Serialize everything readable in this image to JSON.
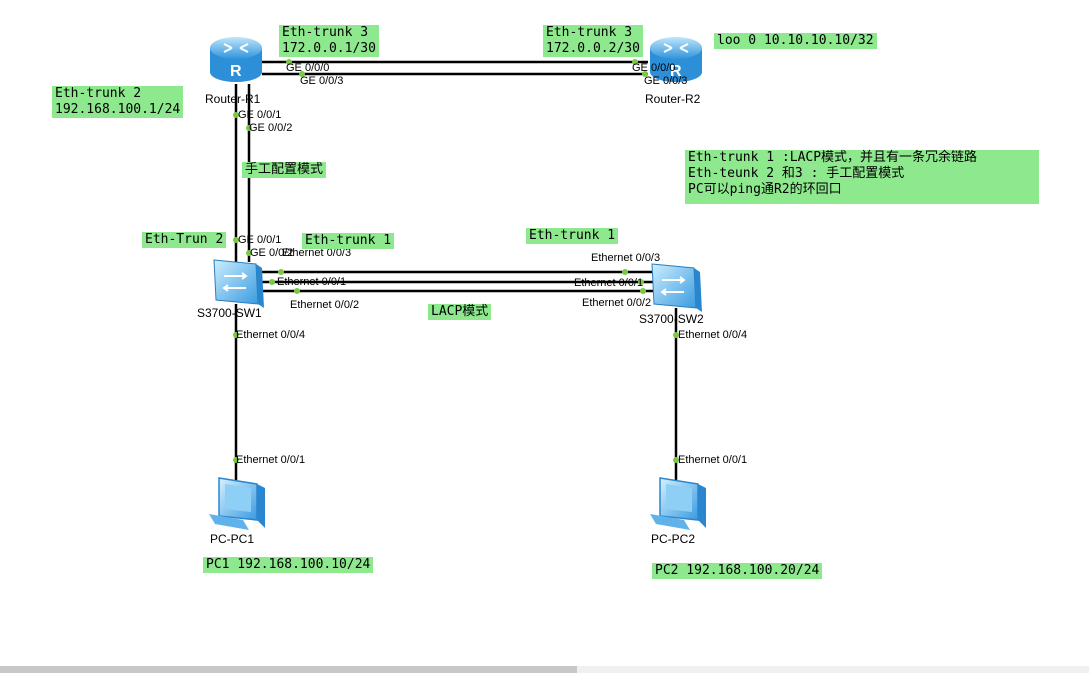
{
  "notes": {
    "r1_trunk3_name": "Eth-trunk 3",
    "r1_trunk3_ip": "172.0.0.1/30",
    "r2_trunk3_name": "Eth-trunk 3",
    "r2_trunk3_ip": "172.0.0.2/30",
    "r2_loopback": "loo 0 10.10.10.10/32",
    "r1_trunk2_name": "Eth-trunk 2",
    "r1_trunk2_ip": "192.168.100.1/24",
    "manual_mode": "手工配置模式",
    "summary_line1": "Eth-trunk 1 :LACP模式，并且有一条冗余链路",
    "summary_line2": "Eth-teunk 2 和3 : 手工配置模式",
    "summary_line3": "PC可以ping通R2的环回口",
    "sw1_trunk2": "Eth-Trun 2",
    "sw1_trunk1": "Eth-trunk 1",
    "sw2_trunk1": "Eth-trunk 1",
    "lacp_mode": "LACP模式",
    "pc1_ip": "PC1 192.168.100.10/24",
    "pc2_ip": "PC2 192.168.100.20/24"
  },
  "devices": {
    "r1": {
      "label": "Router-R1",
      "icon": "router-icon"
    },
    "r2": {
      "label": "Router-R2",
      "icon": "router-icon"
    },
    "sw1": {
      "label": "S3700-SW1",
      "icon": "switch-icon"
    },
    "sw2": {
      "label": "S3700-SW2",
      "icon": "switch-icon"
    },
    "pc1": {
      "label": "PC-PC1",
      "icon": "pc-icon"
    },
    "pc2": {
      "label": "PC-PC2",
      "icon": "pc-icon"
    }
  },
  "ports": {
    "r1_g000": "GE 0/0/0",
    "r1_g003": "GE 0/0/3",
    "r2_g000": "GE 0/0/0",
    "r2_g003": "GE 0/0/3",
    "r1_g001": "GE 0/0/1",
    "r1_g002": "GE 0/0/2",
    "sw1_g001": "GE 0/0/1",
    "sw1_g002": "GE 0/0/2",
    "sw1_e003": "Ethernet 0/0/3",
    "sw1_e001": "Ethernet 0/0/1",
    "sw1_e002": "Ethernet 0/0/2",
    "sw1_e004": "Ethernet 0/0/4",
    "sw2_e003": "Ethernet 0/0/3",
    "sw2_e001": "Ethernet 0/0/1",
    "sw2_e002": "Ethernet 0/0/2",
    "sw2_e004": "Ethernet 0/0/4",
    "pc1_e001": "Ethernet 0/0/1",
    "pc2_e001": "Ethernet 0/0/1"
  },
  "colors": {
    "note_bg": "#8ee88e",
    "link": "#000000",
    "port_dot": "#7ac943",
    "device_blue": "#4aa8e8"
  }
}
